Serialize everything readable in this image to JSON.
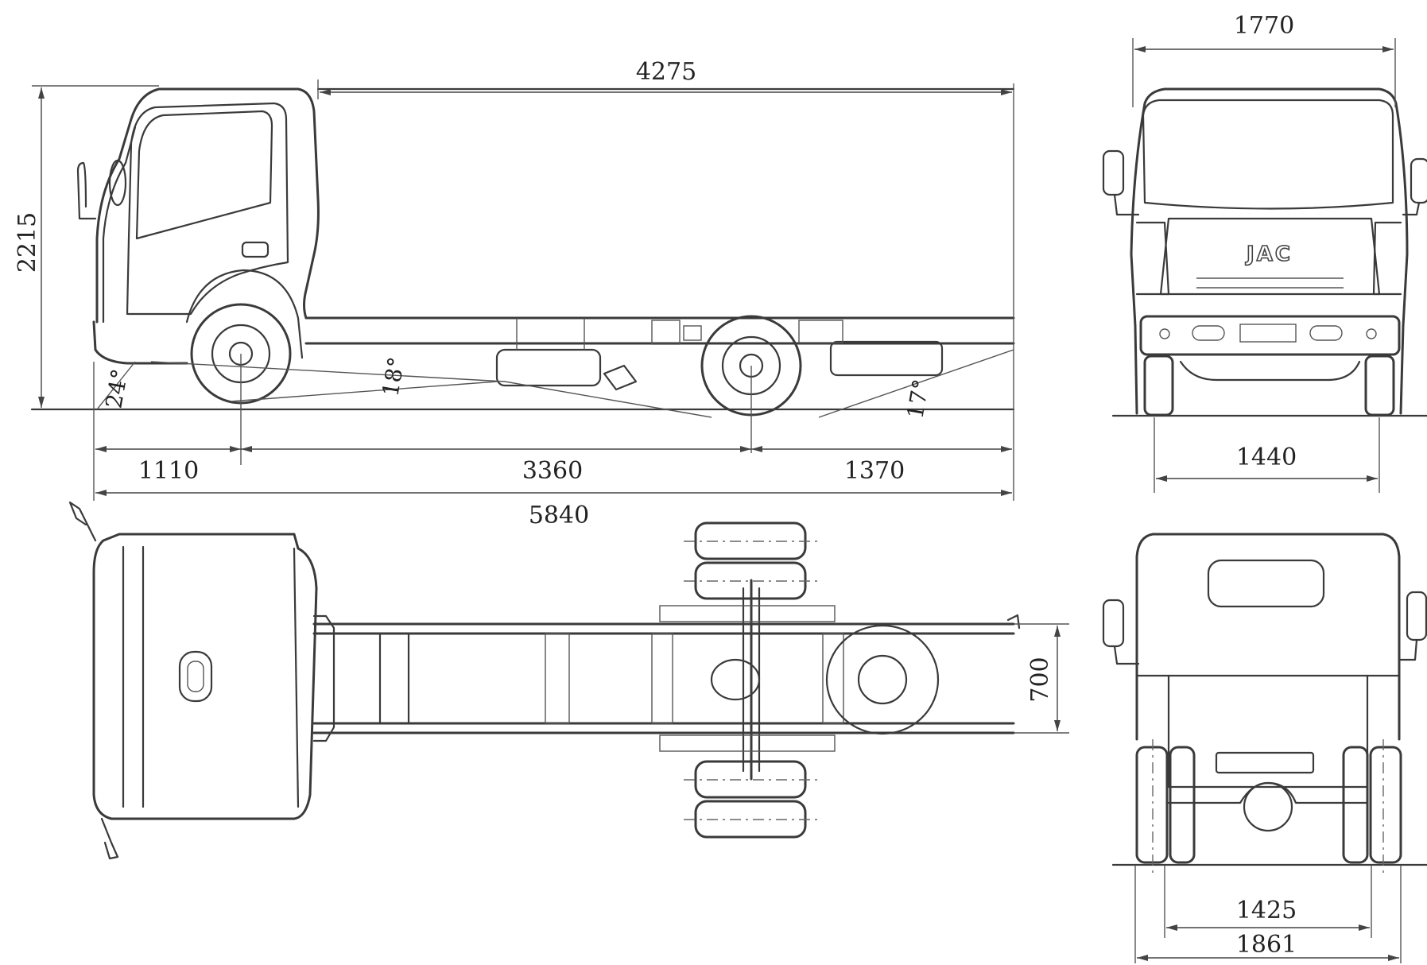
{
  "brand_logo": "JAC",
  "colors": {
    "line": "#3a3a3a",
    "background": "#ffffff"
  },
  "dimensions": {
    "cargo_length": "4275",
    "overall_height": "2215",
    "front_overhang": "1110",
    "wheelbase": "3360",
    "rear_overhang": "1370",
    "overall_length": "5840",
    "cab_width": "1770",
    "front_track": "1440",
    "frame_width": "700",
    "rear_track": "1425",
    "rear_width": "1861"
  },
  "angles": {
    "approach": "24°",
    "ramp": "18°",
    "departure": "17°"
  }
}
